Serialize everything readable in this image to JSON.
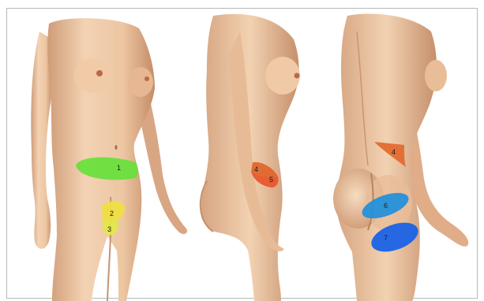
{
  "zones": {
    "z1": {
      "label": "1",
      "color": "#66e13a"
    },
    "z2": {
      "label": "2",
      "color": "#f0e040"
    },
    "z3": {
      "label": "3",
      "color": "#dfe84a"
    },
    "z4a": {
      "label": "4",
      "color": "#e0642a"
    },
    "z5": {
      "label": "5",
      "color": "#e8552a"
    },
    "z4b": {
      "label": "4",
      "color": "#e2692e"
    },
    "z6": {
      "label": "6",
      "color": "#1f8fdc"
    },
    "z7": {
      "label": "7",
      "color": "#1560e8"
    }
  },
  "colors": {
    "skin_light": "#f2cfae",
    "skin_mid": "#e2b08a",
    "skin_dark": "#c28a66",
    "frame": "#b8b8b8"
  }
}
